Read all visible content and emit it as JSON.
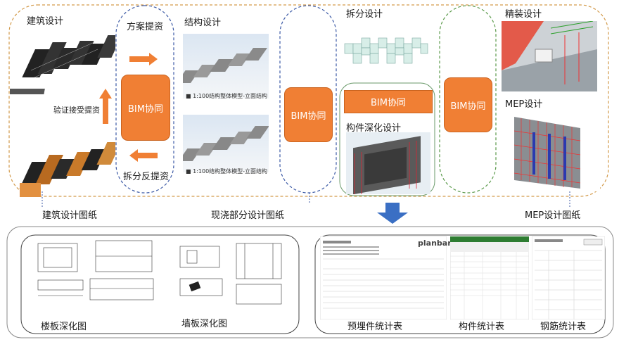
{
  "top": {
    "architecture_design": "建筑设计",
    "scheme_submission": "方案提资",
    "structure_design": "结构设计",
    "split_design": "拆分设计",
    "finishing_design": "精装设计",
    "mep_design": "MEP设计",
    "verify_accept": "验证接受提资",
    "split_feedback": "拆分反提资",
    "component_detail": "构件深化设计",
    "bim_collab": "BIM协同",
    "model_caption_1": "■ 1:100结构整体模型-立面结构",
    "model_caption_2": "■ 1:100结构整体模型-立面结构"
  },
  "middle": {
    "arch_drawings": "建筑设计图纸",
    "cast_in_place": "现浇部分设计图纸",
    "mep_drawings": "MEP设计图纸"
  },
  "bottom": {
    "floor_slab": "楼板深化图",
    "wall_panel": "墙板深化图",
    "embedded_stats": "预埋件统计表",
    "component_stats": "构件统计表",
    "rebar_stats": "钢筋统计表",
    "planbar_brand": "planbar"
  },
  "colors": {
    "orange": "#f07f34",
    "blue_arrow": "#3a6fc4",
    "dashed_blue": "#3c5aa6",
    "dashed_orange": "#d39a4a"
  }
}
